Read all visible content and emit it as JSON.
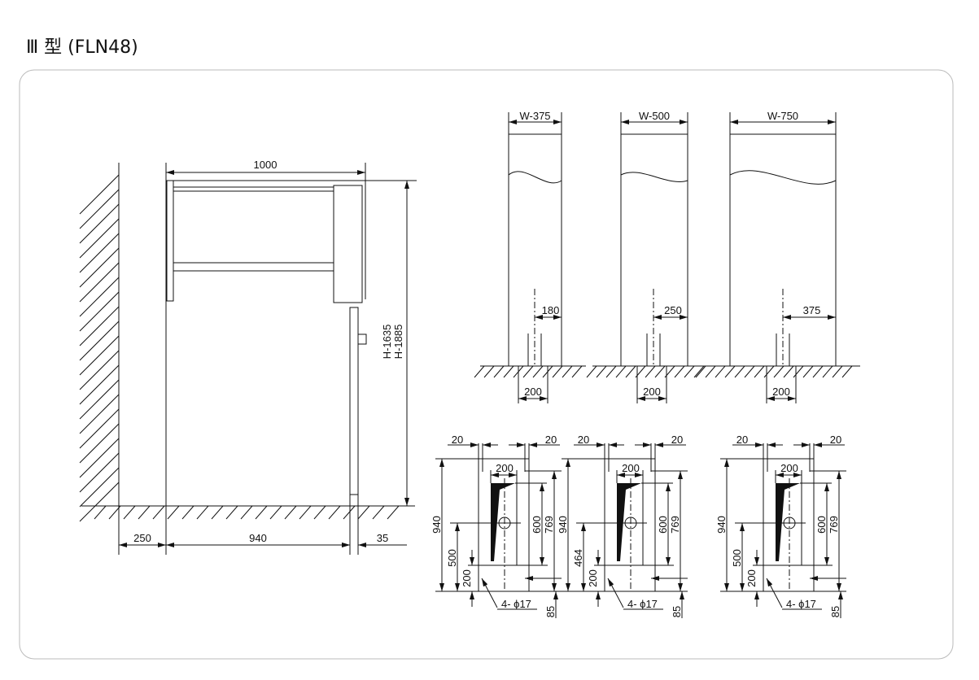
{
  "title": "Ⅲ 型 (FLN48)",
  "side_view": {
    "width_label": "1000",
    "height_label_1": "H-1635",
    "height_label_2": "H-1885",
    "wall_gap_label": "250",
    "depth_label": "940",
    "post_label": "35"
  },
  "front_views": [
    {
      "width_label": "W-375",
      "offset_label": "180",
      "base_label": "200"
    },
    {
      "width_label": "W-500",
      "offset_label": "250",
      "base_label": "200"
    },
    {
      "width_label": "W-750",
      "offset_label": "375",
      "base_label": "200"
    }
  ],
  "plan_views": [
    {
      "left_gap": "20",
      "right_gap": "20",
      "inner_width": "200",
      "total_depth": "940",
      "hole_height": "500",
      "base_height": "200",
      "bracket_height": "600",
      "frame_height": "769",
      "bottom_offset": "85",
      "holes": "4- ϕ17"
    },
    {
      "left_gap": "20",
      "right_gap": "20",
      "inner_width": "200",
      "total_depth": "940",
      "hole_height": "464",
      "base_height": "200",
      "bracket_height": "600",
      "frame_height": "769",
      "bottom_offset": "85",
      "holes": "4- ϕ17"
    },
    {
      "left_gap": "20",
      "right_gap": "20",
      "inner_width": "200",
      "total_depth": "940",
      "hole_height": "500",
      "base_height": "200",
      "bracket_height": "600",
      "frame_height": "769",
      "bottom_offset": "85",
      "holes": "4- ϕ17"
    }
  ]
}
